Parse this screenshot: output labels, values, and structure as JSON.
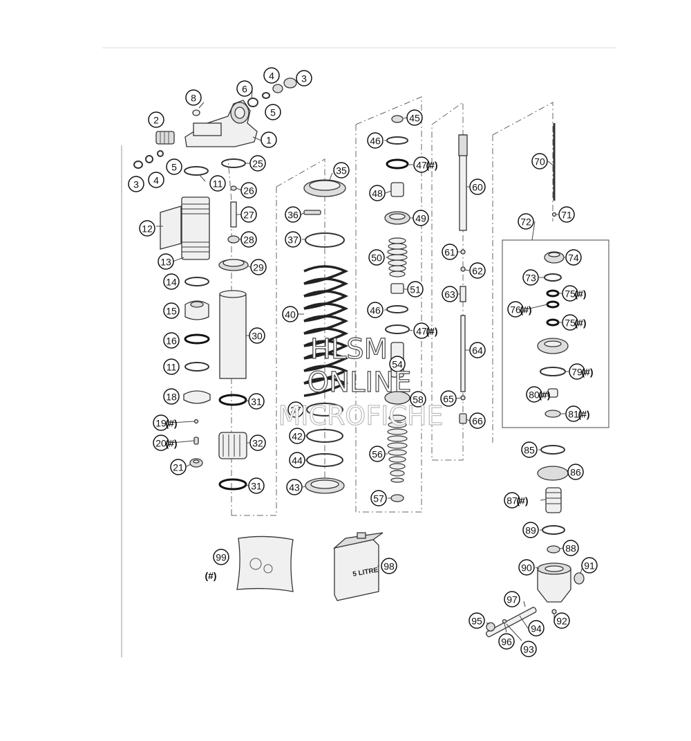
{
  "watermark": {
    "line1": "HLSM",
    "line2": "ONLINE",
    "line3": "MICROFICHE"
  },
  "hash_mark": "(#)",
  "can_label": "5 LITRE",
  "callouts": [
    {
      "id": "1",
      "label": "1",
      "hash": false
    },
    {
      "id": "2",
      "label": "2",
      "hash": false
    },
    {
      "id": "3a",
      "label": "3",
      "hash": false
    },
    {
      "id": "3b",
      "label": "3",
      "hash": false
    },
    {
      "id": "4a",
      "label": "4",
      "hash": false
    },
    {
      "id": "4b",
      "label": "4",
      "hash": false
    },
    {
      "id": "5a",
      "label": "5",
      "hash": false
    },
    {
      "id": "5b",
      "label": "5",
      "hash": false
    },
    {
      "id": "6",
      "label": "6",
      "hash": false
    },
    {
      "id": "8",
      "label": "8",
      "hash": false
    },
    {
      "id": "11a",
      "label": "11",
      "hash": false
    },
    {
      "id": "11b",
      "label": "11",
      "hash": false
    },
    {
      "id": "12",
      "label": "12",
      "hash": false
    },
    {
      "id": "13",
      "label": "13",
      "hash": false
    },
    {
      "id": "14",
      "label": "14",
      "hash": false
    },
    {
      "id": "15",
      "label": "15",
      "hash": false
    },
    {
      "id": "16",
      "label": "16",
      "hash": false
    },
    {
      "id": "18",
      "label": "18",
      "hash": false
    },
    {
      "id": "19",
      "label": "19",
      "hash": true
    },
    {
      "id": "20",
      "label": "20",
      "hash": true
    },
    {
      "id": "21",
      "label": "21",
      "hash": false
    },
    {
      "id": "25",
      "label": "25",
      "hash": false
    },
    {
      "id": "26",
      "label": "26",
      "hash": false
    },
    {
      "id": "27",
      "label": "27",
      "hash": false
    },
    {
      "id": "28",
      "label": "28",
      "hash": false
    },
    {
      "id": "29",
      "label": "29",
      "hash": false
    },
    {
      "id": "30",
      "label": "30",
      "hash": false
    },
    {
      "id": "31a",
      "label": "31",
      "hash": false
    },
    {
      "id": "31b",
      "label": "31",
      "hash": false
    },
    {
      "id": "32",
      "label": "32",
      "hash": false
    },
    {
      "id": "35",
      "label": "35",
      "hash": false
    },
    {
      "id": "36",
      "label": "36",
      "hash": false
    },
    {
      "id": "37a",
      "label": "37",
      "hash": false
    },
    {
      "id": "37b",
      "label": "37",
      "hash": false
    },
    {
      "id": "40",
      "label": "40",
      "hash": false
    },
    {
      "id": "42",
      "label": "42",
      "hash": false
    },
    {
      "id": "43",
      "label": "43",
      "hash": false
    },
    {
      "id": "44",
      "label": "44",
      "hash": false
    },
    {
      "id": "45",
      "label": "45",
      "hash": false
    },
    {
      "id": "46a",
      "label": "46",
      "hash": false
    },
    {
      "id": "46b",
      "label": "46",
      "hash": false
    },
    {
      "id": "47a",
      "label": "47",
      "hash": true
    },
    {
      "id": "47b",
      "label": "47",
      "hash": true
    },
    {
      "id": "48",
      "label": "48",
      "hash": false
    },
    {
      "id": "49",
      "label": "49",
      "hash": false
    },
    {
      "id": "50",
      "label": "50",
      "hash": false
    },
    {
      "id": "51",
      "label": "51",
      "hash": false
    },
    {
      "id": "54",
      "label": "54",
      "hash": false
    },
    {
      "id": "56",
      "label": "56",
      "hash": false
    },
    {
      "id": "57",
      "label": "57",
      "hash": false
    },
    {
      "id": "58",
      "label": "58",
      "hash": false
    },
    {
      "id": "60",
      "label": "60",
      "hash": false
    },
    {
      "id": "61",
      "label": "61",
      "hash": false
    },
    {
      "id": "62",
      "label": "62",
      "hash": false
    },
    {
      "id": "63",
      "label": "63",
      "hash": false
    },
    {
      "id": "64",
      "label": "64",
      "hash": false
    },
    {
      "id": "65",
      "label": "65",
      "hash": false
    },
    {
      "id": "66",
      "label": "66",
      "hash": false
    },
    {
      "id": "70",
      "label": "70",
      "hash": false
    },
    {
      "id": "71",
      "label": "71",
      "hash": false
    },
    {
      "id": "72",
      "label": "72",
      "hash": false
    },
    {
      "id": "73",
      "label": "73",
      "hash": false
    },
    {
      "id": "74",
      "label": "74",
      "hash": false
    },
    {
      "id": "75a",
      "label": "75",
      "hash": true
    },
    {
      "id": "75b",
      "label": "75",
      "hash": true
    },
    {
      "id": "76",
      "label": "76",
      "hash": true
    },
    {
      "id": "79",
      "label": "79",
      "hash": true
    },
    {
      "id": "80",
      "label": "80",
      "hash": true
    },
    {
      "id": "81",
      "label": "81",
      "hash": true
    },
    {
      "id": "85",
      "label": "85",
      "hash": false
    },
    {
      "id": "86",
      "label": "86",
      "hash": false
    },
    {
      "id": "87",
      "label": "87",
      "hash": true
    },
    {
      "id": "88",
      "label": "88",
      "hash": false
    },
    {
      "id": "89",
      "label": "89",
      "hash": false
    },
    {
      "id": "90",
      "label": "90",
      "hash": false
    },
    {
      "id": "91",
      "label": "91",
      "hash": false
    },
    {
      "id": "92",
      "label": "92",
      "hash": false
    },
    {
      "id": "93",
      "label": "93",
      "hash": false
    },
    {
      "id": "94",
      "label": "94",
      "hash": false
    },
    {
      "id": "95",
      "label": "95",
      "hash": false
    },
    {
      "id": "96",
      "label": "96",
      "hash": false
    },
    {
      "id": "97",
      "label": "97",
      "hash": false
    },
    {
      "id": "98",
      "label": "98",
      "hash": false
    },
    {
      "id": "99",
      "label": "99",
      "hash": true
    }
  ]
}
